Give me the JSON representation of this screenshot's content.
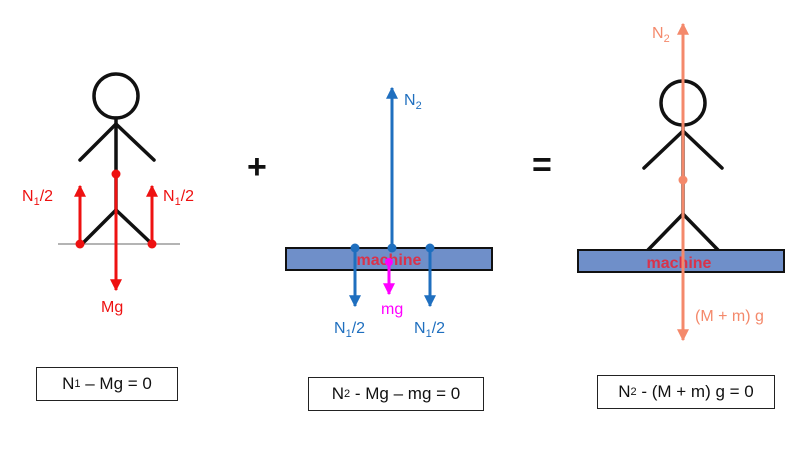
{
  "colors": {
    "red": "#ee1111",
    "blue": "#1f6fbf",
    "magenta": "#ff00ff",
    "salmon": "#f4896b",
    "machine_fill": "#6f8fc9",
    "machine_text": "#d9324a",
    "ink": "#111111",
    "ground": "#888888"
  },
  "operators": {
    "plus": "+",
    "equals": "="
  },
  "panel_person": {
    "force_up_left": {
      "base": "N",
      "sub": "1",
      "rest": "/2"
    },
    "force_up_right": {
      "base": "N",
      "sub": "1",
      "rest": "/2"
    },
    "force_down": "Mg",
    "equation": {
      "base": "N",
      "sub": "1",
      "rest": " – Mg = 0"
    }
  },
  "panel_machine": {
    "machine_label": "machine",
    "force_up": {
      "base": "N",
      "sub": "2"
    },
    "force_down_left": {
      "base": "N",
      "sub": "1",
      "rest": "/2"
    },
    "force_down_right": {
      "base": "N",
      "sub": "1",
      "rest": "/2"
    },
    "force_weight": "mg",
    "equation": {
      "base": "N",
      "sub": "2",
      "rest": " - Mg – mg = 0"
    }
  },
  "panel_combined": {
    "machine_label": "machine",
    "force_up": {
      "base": "N",
      "sub": "2"
    },
    "force_down": "(M + m) g",
    "equation": {
      "base": "N",
      "sub": "2",
      "rest": " - (M + m) g = 0"
    }
  }
}
